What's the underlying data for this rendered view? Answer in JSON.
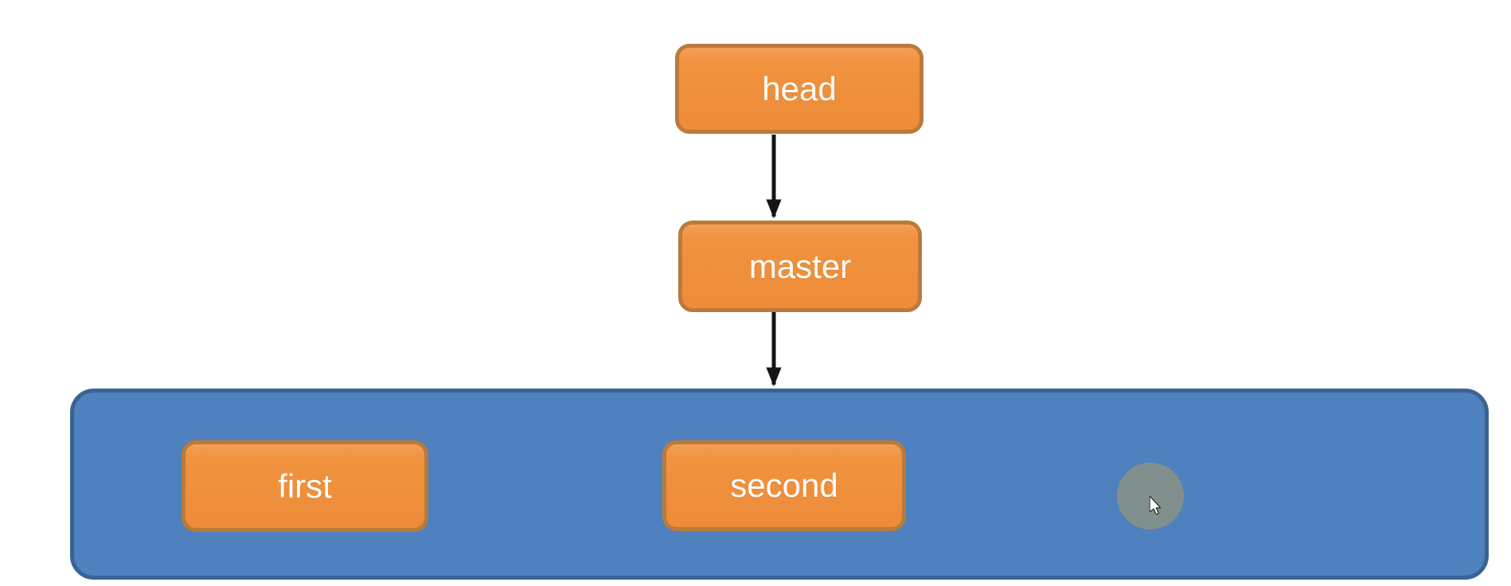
{
  "diagram": {
    "title": "git head/master branch pointer diagram",
    "nodes": {
      "head": {
        "label": "head"
      },
      "master": {
        "label": "master"
      },
      "first": {
        "label": "first"
      },
      "second": {
        "label": "second"
      }
    },
    "container": {
      "name": "commit-chain-container",
      "contains": [
        "first",
        "second"
      ]
    },
    "edges": [
      {
        "from": "head",
        "to": "master",
        "direction": "down"
      },
      {
        "from": "master",
        "to": "commit-chain-container",
        "direction": "down"
      },
      {
        "from": "first",
        "to": "second",
        "direction": "right"
      }
    ],
    "colors": {
      "background": "#FFFFFF",
      "node_fill": "#F0923F",
      "node_border": "#BA7A3C",
      "node_text": "#FFFFFF",
      "container_fill": "#4E81BD",
      "container_border": "#3A6394",
      "arrow": "#141414",
      "cursor_halo": "#869089"
    },
    "cursor": {
      "type": "arrow-pointer",
      "halo_visible": true
    }
  }
}
